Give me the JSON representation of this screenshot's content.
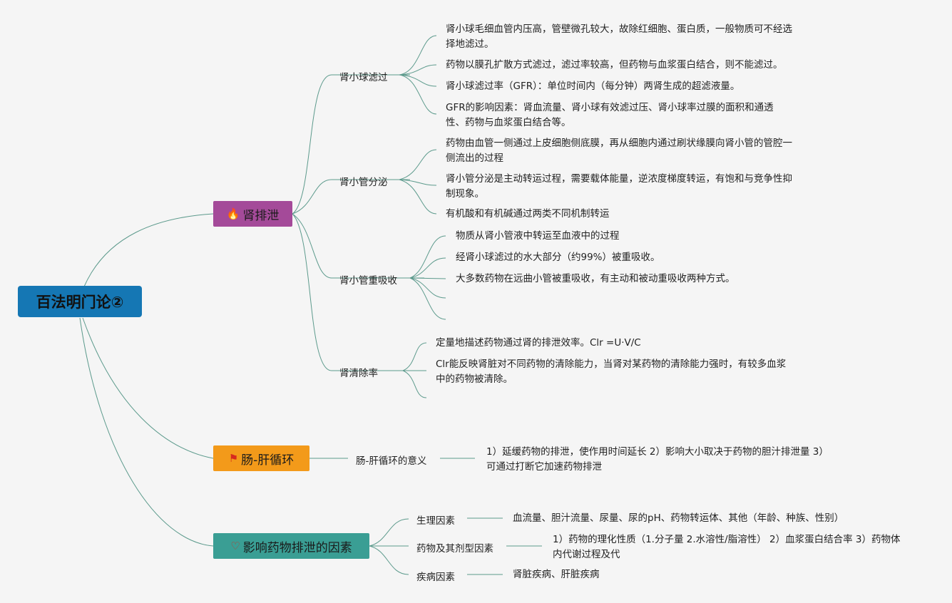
{
  "root": "百法明门论②",
  "colors": {
    "root": "#1577b4",
    "kidney": "#a44a99",
    "entero": "#f39a1a",
    "factors": "#3a9e94",
    "line": "#5c9a8c"
  },
  "kidney": {
    "title": "肾排泄",
    "icon": "fire-icon",
    "glomerular": {
      "label": "肾小球滤过",
      "items": [
        "肾小球毛细血管内压高，管壁微孔较大，故除红细胞、蛋白质，一般物质可不经选择地滤过。",
        "药物以膜孔扩散方式滤过，滤过率较高，但药物与血浆蛋白结合，则不能滤过。",
        "肾小球滤过率（GFR）：单位时间内（每分钟）两肾生成的超滤液量。",
        "GFR的影响因素：肾血流量、肾小球有效滤过压、肾小球率过膜的面积和通透性、药物与血浆蛋白结合等。"
      ]
    },
    "secretion": {
      "label": "肾小管分泌",
      "items": [
        "药物由血管一侧通过上皮细胞侧底膜，再从细胞内通过刷状缘膜向肾小管的管腔一侧流出的过程",
        "肾小管分泌是主动转运过程，需要载体能量，逆浓度梯度转运，有饱和与竞争性抑制现象。",
        "有机酸和有机碱通过两类不同机制转运"
      ]
    },
    "reabsorption": {
      "label": "肾小管重吸收",
      "items": [
        "物质从肾小管液中转运至血液中的过程",
        "经肾小球滤过的水大部分（约99%）被重吸收。",
        "大多数药物在远曲小管被重吸收，有主动和被动重吸收两种方式。"
      ]
    },
    "clearance": {
      "label": "肾清除率",
      "items": [
        "定量地描述药物通过肾的排泄效率。Clr =U·V/C",
        "Clr能反映肾脏对不同药物的清除能力，当肾对某药物的清除能力强时，有较多血浆中的药物被清除。"
      ]
    }
  },
  "entero": {
    "title": "肠-肝循环",
    "icon": "flag-icon",
    "sub": {
      "label": "肠-肝循环的意义",
      "text": "1）延缓药物的排泄，使作用时间延长 2）影响大小取决于药物的胆汁排泄量 3）可通过打断它加速药物排泄"
    }
  },
  "factors": {
    "title": "影响药物排泄的因素",
    "icon": "heart-icon",
    "physio": {
      "label": "生理因素",
      "text": "血流量、胆汁流量、尿量、尿的pH、药物转运体、其他（年龄、种族、性别）"
    },
    "drug": {
      "label": "药物及其剂型因素",
      "text": "1）药物的理化性质（1.分子量 2.水溶性/脂溶性） 2）血浆蛋白结合率 3）药物体内代谢过程及代"
    },
    "disease": {
      "label": "疾病因素",
      "text": "肾脏疾病、肝脏疾病"
    }
  }
}
